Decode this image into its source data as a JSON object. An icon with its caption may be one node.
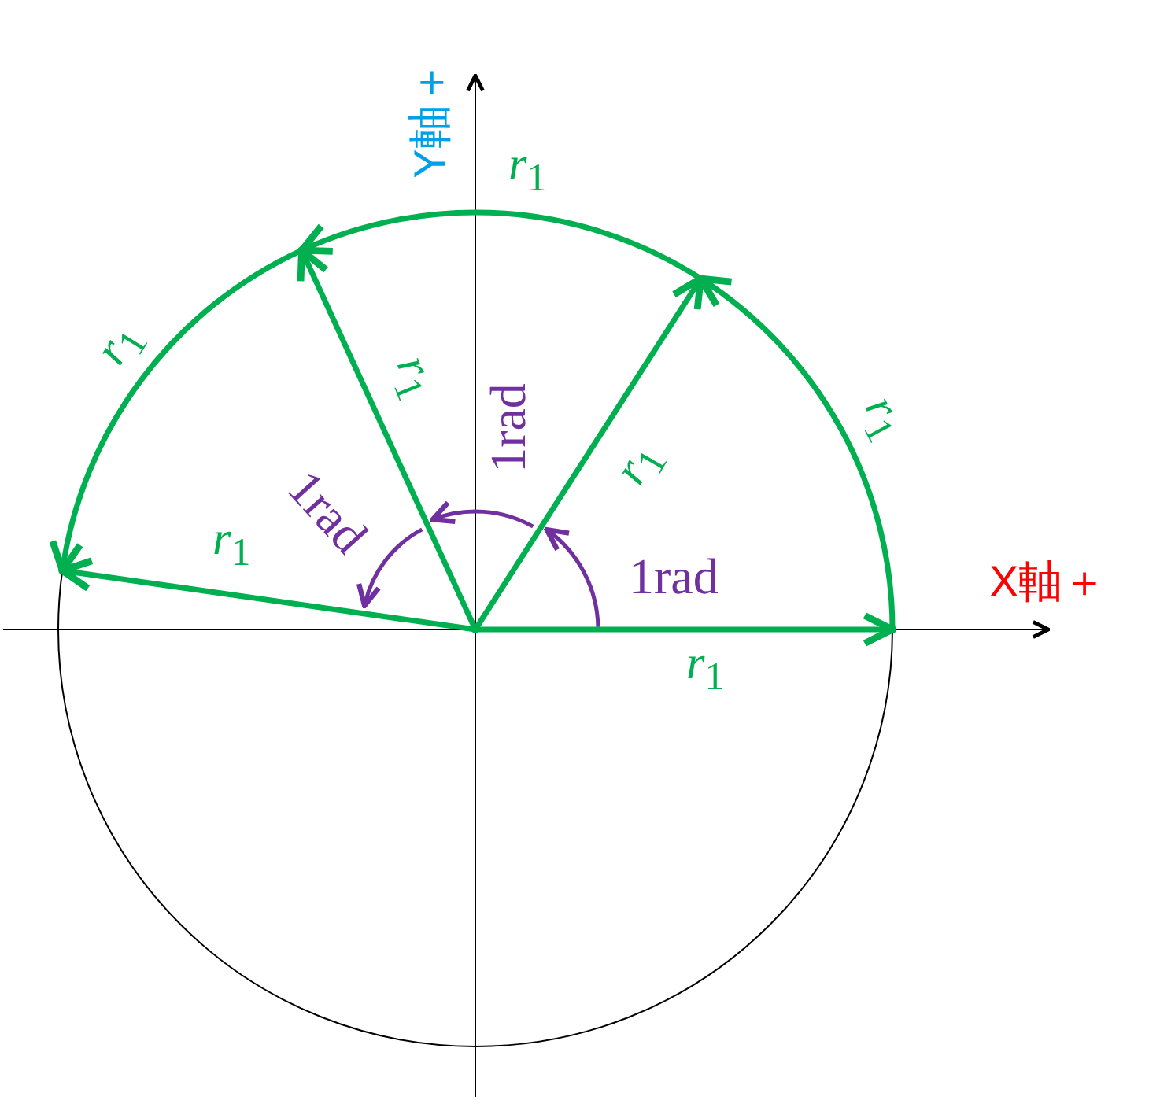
{
  "diagram": {
    "nodes": [
      {
        "text": [],
        "shape": "circle"
      },
      {
        "text": [],
        "shape": "circle"
      },
      {
        "text": [],
        "shape": "circle"
      },
      {
        "text": [],
        "shape": "circle"
      },
      {
        "text": [],
        "shape": "circle"
      }
    ],
    "edges": [
      {
        "from": 0,
        "to": 1,
        "arrow": "to",
        "label": "*r*$_{1}$"
      },
      {
        "from": 0,
        "to": 2,
        "arrow": "to",
        "label": "*r*$_{1}$"
      },
      {
        "from": 0,
        "to": 3,
        "arrow": "to",
        "label": "*r*$_{1}$"
      },
      {
        "from": 0,
        "to": 4,
        "arrow": "to",
        "label": "*r*$_{1}$"
      },
      {
        "from": 1,
        "to": 2,
        "arrow": "to",
        "label": "*r*$_{1}$"
      },
      {
        "from": 2,
        "to": 3,
        "arrow": "to",
        "label": "*r*$_{1}$"
      },
      {
        "from": 3,
        "to": 4,
        "arrow": "to",
        "label": "*r*$_{1}$"
      }
    ],
    "labels": [
      "Y軸＋",
      "X軸＋",
      "1rad",
      "1rad",
      "1rad"
    ]
  }
}
